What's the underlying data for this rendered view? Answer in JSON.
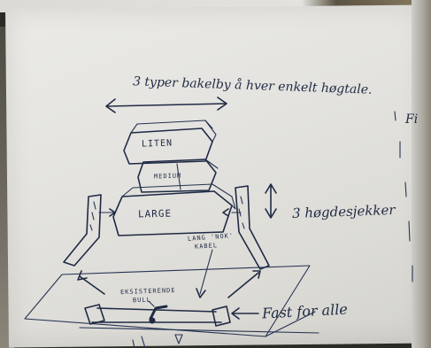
{
  "note": {
    "top_caption": "3 typer bakelby å hver enkelt høgtale.",
    "labels": {
      "liten": "LITEN",
      "medium": "MEDIUM",
      "large": "LARGE",
      "long_wall_label_line1": "LANG 'NOK'",
      "long_wall_label_line2": "KABEL",
      "existing_line1": "EKSISTERENDE",
      "existing_line2": "BULL"
    },
    "side_notes": {
      "heights": "3 høgdesjekker",
      "bottom_right": "Fast for alle"
    },
    "right_margin": "Fi"
  },
  "colors": {
    "ink": "#1f2a44",
    "paper": "#e6e5e1"
  }
}
